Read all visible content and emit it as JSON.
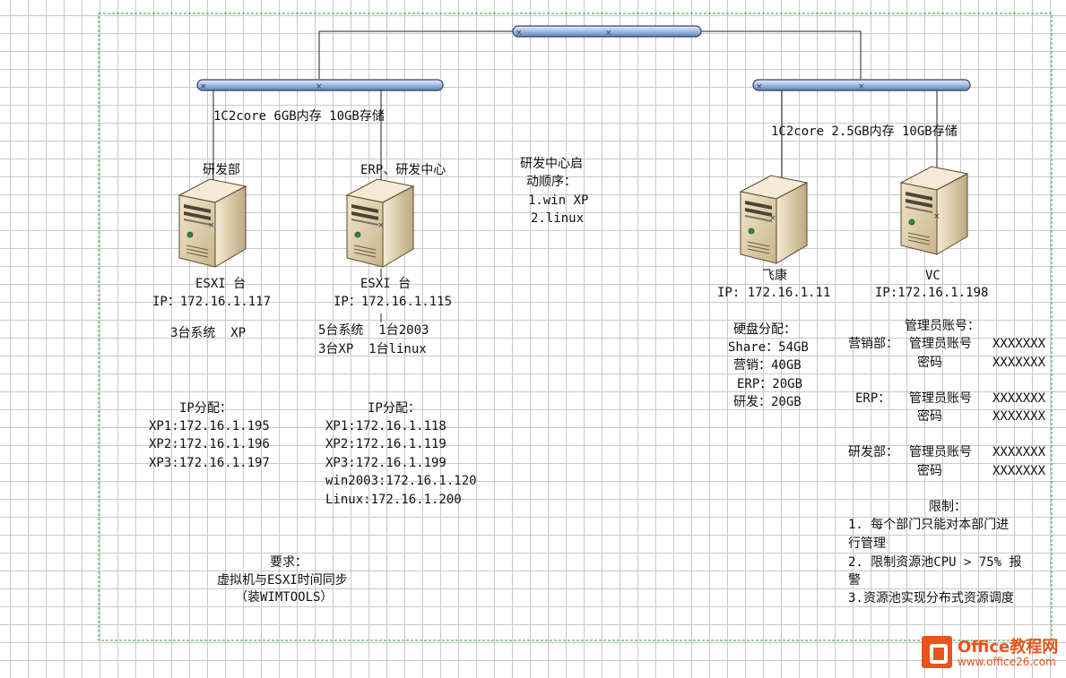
{
  "diagram": {
    "switches": [
      {
        "id": "core-switch"
      },
      {
        "id": "left-switch"
      },
      {
        "id": "right-switch"
      }
    ],
    "servers": [
      {
        "id": "server-yanfabu",
        "name": "研发部",
        "host_label": "ESXI 台",
        "ip": "IP：172.16.1.117"
      },
      {
        "id": "server-erp",
        "name": "ERP、研发中心",
        "host_label": "ESXI 台",
        "ip": "IP：172.16.1.115"
      },
      {
        "id": "server-feikang",
        "name": "飞康",
        "ip": "IP: 172.16.1.11"
      },
      {
        "id": "server-vc",
        "name": "VC",
        "ip": "IP:172.16.1.198"
      }
    ]
  },
  "left_group": {
    "spec": "1C2core 6GB内存 10GB存储",
    "server1_systems": "3台系统  XP",
    "server2_systems_line1": "5台系统  1台2003",
    "server2_systems_line2": "3台XP  1台linux",
    "ip_alloc_title": "IP分配：",
    "ip_alloc_1": [
      "XP1:172.16.1.195",
      "XP2:172.16.1.196",
      "XP3:172.16.1.197"
    ],
    "ip_alloc_2": [
      "XP1:172.16.1.118",
      "XP2:172.16.1.119",
      "XP3:172.16.1.199",
      "win2003:172.16.1.120",
      "Linux:172.16.1.200"
    ]
  },
  "boot_order": {
    "line1": "研发中心启",
    "line2": "动顺序：",
    "line3": "1.win XP",
    "line4": "2.linux"
  },
  "requirements": {
    "title": "要求：",
    "line1": "虚拟机与ESXI时间同步",
    "line2": "（装WIMTOOLS）"
  },
  "right_group": {
    "spec": "1C2core 2.5GB内存 10GB存储",
    "disk_title": "硬盘分配：",
    "disk_lines": [
      "Share：54GB",
      "营销：40GB",
      "ERP：20GB",
      "研发：20GB"
    ],
    "admin_title": "管理员账号：",
    "accounts": [
      {
        "dept": "营销部：",
        "account_label": "管理员账号",
        "account_value": "XXXXXXX",
        "password_label": "密码",
        "password_value": "XXXXXXX"
      },
      {
        "dept": "ERP：",
        "account_label": "管理员账号",
        "account_value": "XXXXXXX",
        "password_label": "密码",
        "password_value": "XXXXXXX"
      },
      {
        "dept": "研发部：",
        "account_label": "管理员账号",
        "account_value": "XXXXXXX",
        "password_label": "密码",
        "password_value": "XXXXXXX"
      }
    ],
    "limits_title": "限制：",
    "limits": [
      "1. 每个部门只能对本部门进",
      "行管理",
      "2. 限制资源池CPU > 75% 报",
      "警",
      "3.资源池实现分布式资源调度"
    ]
  },
  "watermark": {
    "brand": "Office教程网",
    "url": "www.office26.com"
  },
  "colors": {
    "bus": "#aec7e8",
    "bus_border": "#33406b",
    "boundary": "#2f9a2f",
    "server_body": "#e8d7b4",
    "server_dark": "#7a6a4a",
    "logo": "#e8541a"
  }
}
